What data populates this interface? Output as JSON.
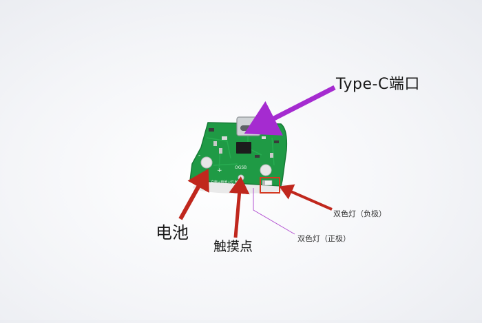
{
  "labels": {
    "type_c_port": "Type-C端口",
    "battery": "电池",
    "touch_point": "触摸点",
    "bicolor_led_negative": "双色灯（负极）",
    "bicolor_led_positive": "双色灯（正极）"
  },
  "board": {
    "silkscreen_main": "OGSB",
    "silkscreen_bottom": "充电+电池+灯 触摸",
    "plus_mark": "+",
    "minus_mark": "-"
  },
  "colors": {
    "pcb_green": "#1f9a45",
    "arrow_purple": "#a52bd0",
    "arrow_red": "#c0271d",
    "leader_line": "#b24fd1"
  }
}
